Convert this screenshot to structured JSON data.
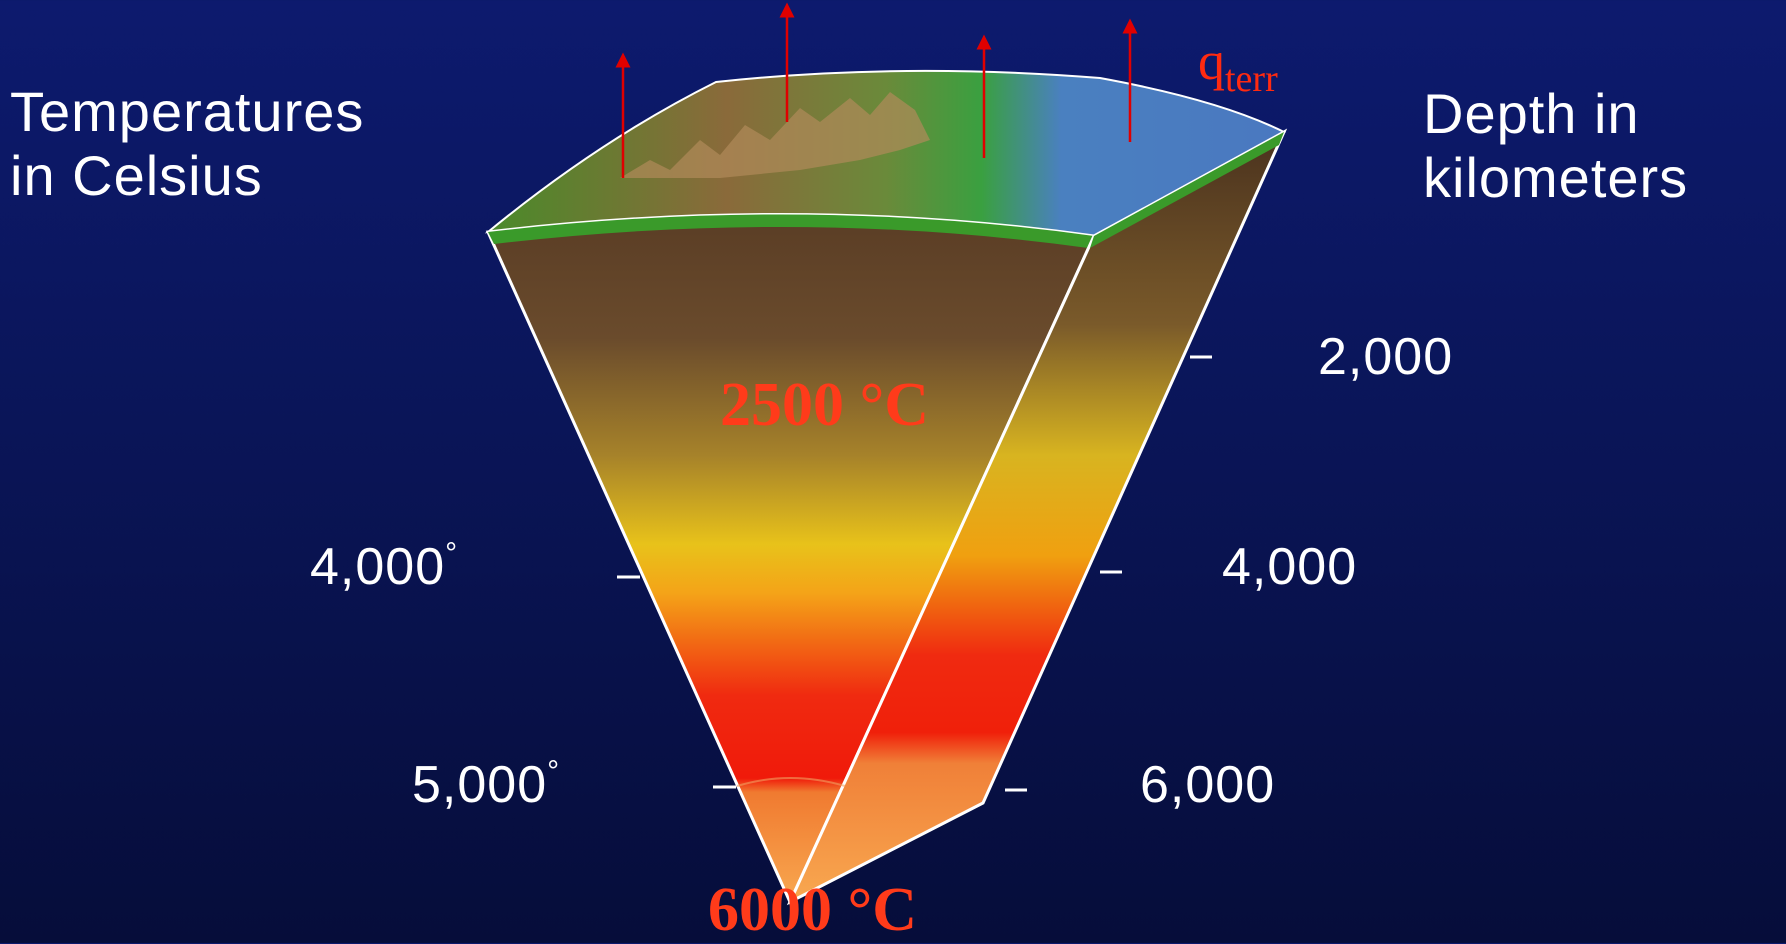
{
  "left_heading": {
    "line1": "Temperatures",
    "line2": "in Celsius"
  },
  "right_heading": {
    "line1": "Depth in",
    "line2": "kilometers"
  },
  "temperature_labels": [
    "4,000",
    "5,000"
  ],
  "degree_symbol": "°",
  "depth_labels": [
    "2,000",
    "4,000",
    "6,000"
  ],
  "heat_flux": {
    "symbol": "q",
    "subscript": "terr"
  },
  "annotations": {
    "mid_temp": "2500 °C",
    "core_temp": "6000 °C"
  },
  "colors": {
    "background": "#0a1558",
    "arrow": "#e00000",
    "annotation": "#ff3b1a",
    "crust": "#3a9a2a",
    "ocean": "#4a78c0"
  }
}
